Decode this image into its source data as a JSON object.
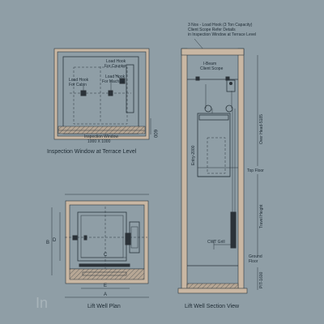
{
  "plan_top": {
    "caption": "Inspection Window at Terrace Level",
    "labels": {
      "load_hook_counter": [
        "Load Hook",
        "For Counter"
      ],
      "load_hook_cabin": [
        "Load Hook",
        "For Cabin"
      ],
      "load_hook_machine": [
        "Load Hook",
        "For Machine"
      ],
      "inspection_window": [
        "Inspection Window",
        "1000 X 1000"
      ]
    }
  },
  "plan_bottom": {
    "caption": "Lift Well Plan",
    "dims": {
      "A": "A",
      "B": "B",
      "C": "C",
      "D": "D",
      "E": "E"
    }
  },
  "section": {
    "caption": "Lift Well Section View",
    "note": [
      "3 Nos - Load Hook (3 Ton Capacity)",
      "Client Scope Refer Details",
      "in Inspection Window at Terrace Level"
    ],
    "ibeam": [
      "I-Beam",
      "Client Scope"
    ],
    "entry": "Entry-2000",
    "top_floor": "Top Floor",
    "overhead": "Over Head-5185",
    "travel": "Travel Height",
    "cwt": "CWT Grill",
    "ground": [
      "Ground",
      "Floor"
    ],
    "pit": "PIT-1600"
  },
  "watermark": "In",
  "colors": {
    "background": "#8f9ea6",
    "line": "#2a353c",
    "wall": "#c9b7a3"
  }
}
